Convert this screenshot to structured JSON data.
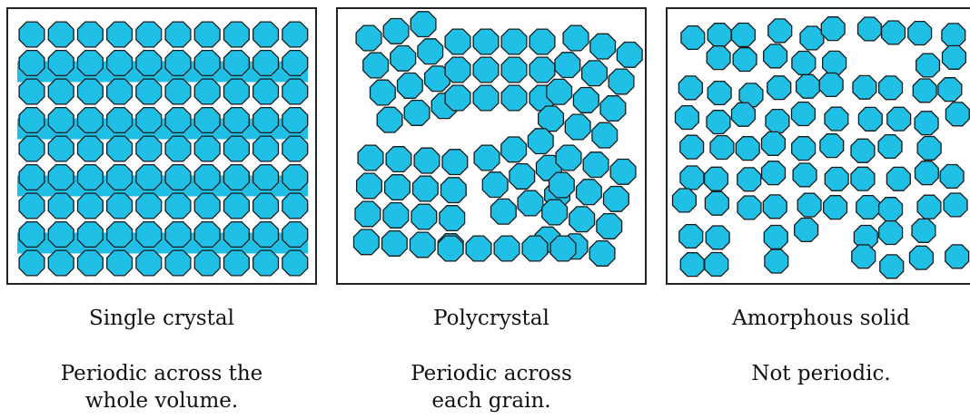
{
  "colors": {
    "atom_fill": "#1fbfe6",
    "atom_stroke": "#1a1a1a",
    "frame": "#222222",
    "background": "#ffffff"
  },
  "panels": [
    {
      "title": "Single crystal",
      "description": "Periodic across the\nwhole volume.",
      "arrangement": "ordered lattice"
    },
    {
      "title": "Polycrystal",
      "description": "Periodic across\neach grain.",
      "arrangement": "ordered grains"
    },
    {
      "title": "Amorphous solid",
      "description": "Not periodic.",
      "arrangement": "random"
    }
  ]
}
